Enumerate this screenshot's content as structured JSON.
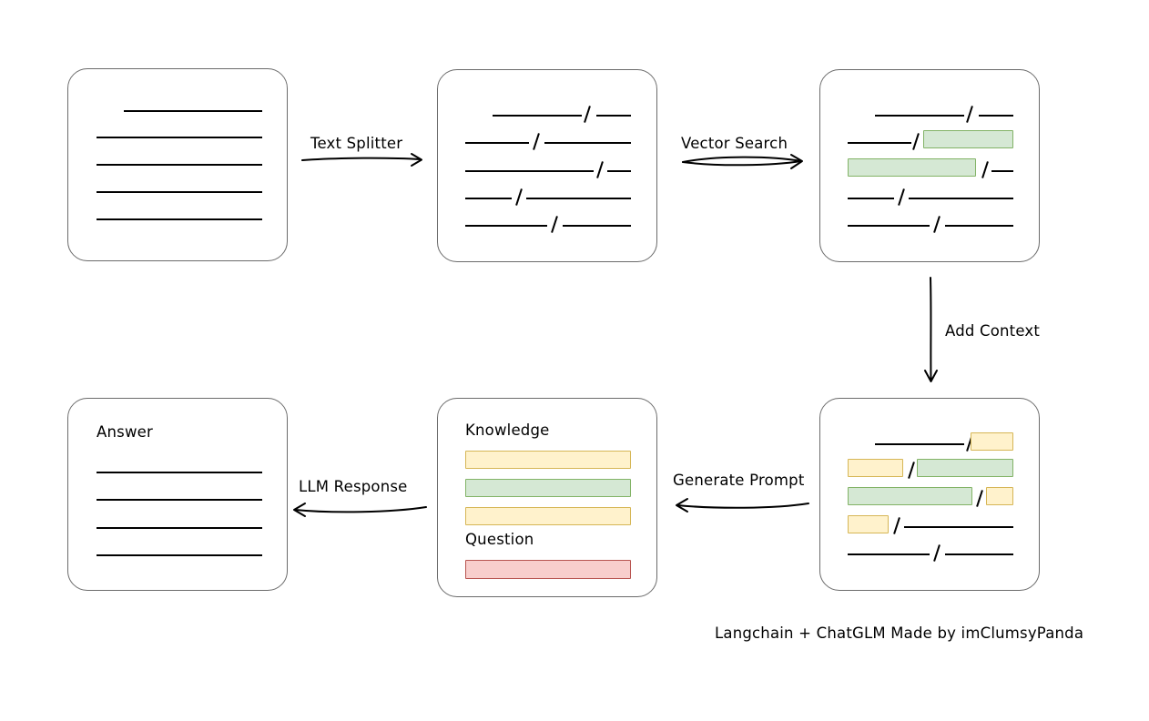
{
  "diagram": {
    "title_note": "Langchain + ChatGLM Made by imClumsyPanda",
    "nodes": {
      "source_document": {
        "label": ""
      },
      "split_chunks": {
        "label": ""
      },
      "matched_chunks": {
        "label": ""
      },
      "context_chunks": {
        "label": ""
      },
      "prompt": {
        "knowledge_label": "Knowledge",
        "question_label": "Question"
      },
      "answer": {
        "label": "Answer"
      }
    },
    "edges": [
      {
        "id": "text-splitter",
        "label": "Text Splitter",
        "direction": "right"
      },
      {
        "id": "vector-search",
        "label": "Vector Search",
        "direction": "right"
      },
      {
        "id": "add-context",
        "label": "Add Context",
        "direction": "down"
      },
      {
        "id": "generate-prompt",
        "label": "Generate Prompt",
        "direction": "left"
      },
      {
        "id": "llm-response",
        "label": "LLM Response",
        "direction": "left"
      }
    ],
    "colors": {
      "chunk_green_fill": "#d5e8d4",
      "chunk_green_stroke": "#82b366",
      "chunk_yellow_fill": "#fff2cc",
      "chunk_yellow_stroke": "#d6b656",
      "question_red_fill": "#f8cecc",
      "question_red_stroke": "#b85450",
      "node_stroke": "#6b6b6b",
      "line_stroke": "#000000",
      "background": "#ffffff"
    }
  }
}
